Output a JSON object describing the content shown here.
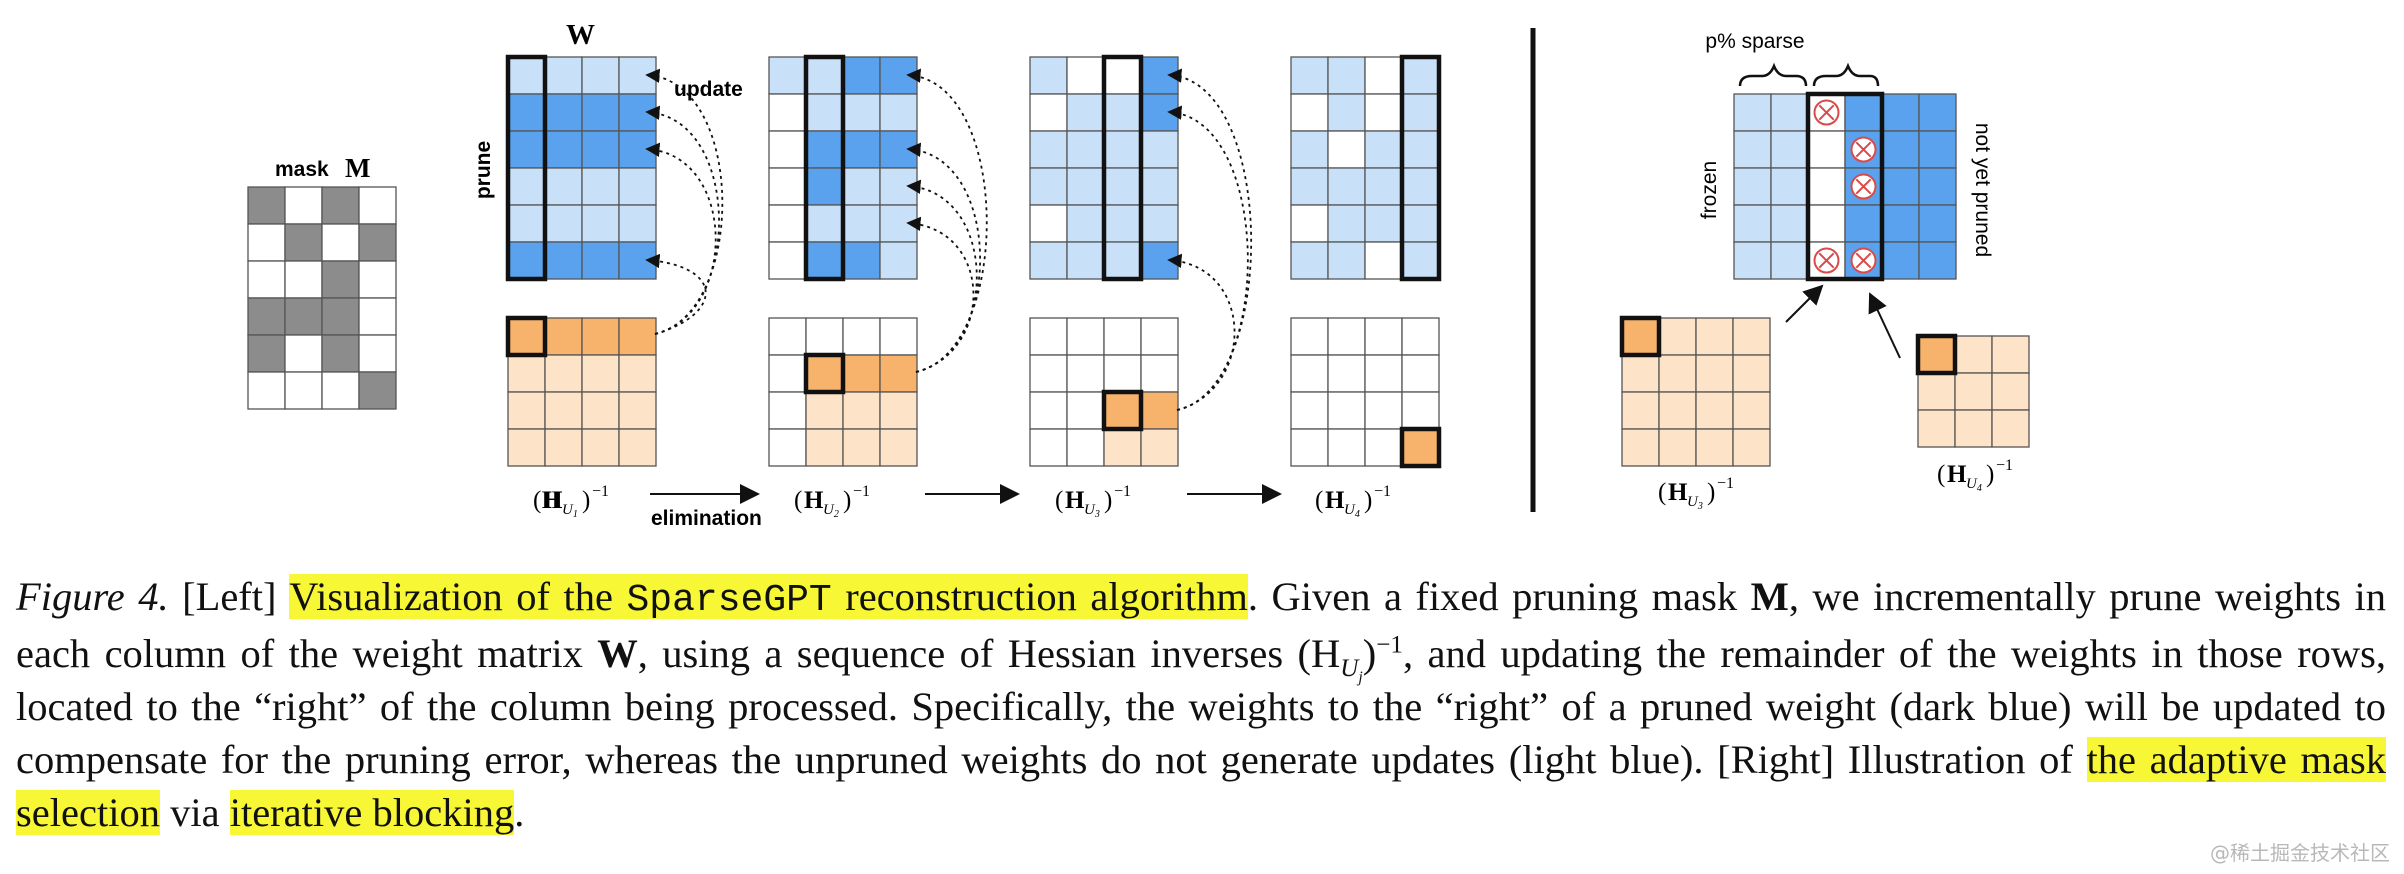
{
  "figure": {
    "mask_label": "mask",
    "mask_symbol": "M",
    "w_symbol": "W",
    "prune_label": "prune",
    "update_label": "update",
    "elimination_label": "elimination",
    "hinv_labels": [
      "(H",
      "U1",
      "U2",
      "U3",
      "U4"
    ],
    "p_sparse_label": "p% sparse",
    "frozen_label": "frozen",
    "not_yet_pruned_label": "not yet pruned",
    "colors": {
      "mask_dark": "#8c8c8c",
      "blue_dark": "#5aa2ee",
      "blue_light": "#c9e0f9",
      "orange_dark": "#f7b26c",
      "orange_light": "#fde3c8",
      "prune_mark": "#d94a4a"
    }
  },
  "caption": {
    "figure_label": "Figure 4.",
    "left_tag": "[Left]",
    "hl1_a": "Visualization of the ",
    "hl1_code": "SparseGPT",
    "hl1_b": " reconstruction algorithm",
    "s1": ". Given a fixed pruning mask ",
    "mask_sym": "M",
    "s2": ", we incrementally prune weights in each column of the weight matrix ",
    "w_sym": "W",
    "s3": ", using a sequence of Hessian inverses ",
    "hess": "(H",
    "hess_sub": "U",
    "hess_subsub": "j",
    "hess_close": ")",
    "hess_sup": "−1",
    "s4": ", and updating the remainder of the weights in those rows, located to the “right” of the column being processed. Specifically, the weights to the “right” of a pruned weight (dark blue) will be updated to compensate for the pruning error, whereas the unpruned weights do not generate updates (light blue).",
    "right_tag": "[Right]",
    "s5": " Illustration of ",
    "hl2": "the adaptive mask selection",
    "s6": " via ",
    "hl3": "iterative blocking",
    "s7": "."
  },
  "watermark": "@稀土掘金技术社区"
}
